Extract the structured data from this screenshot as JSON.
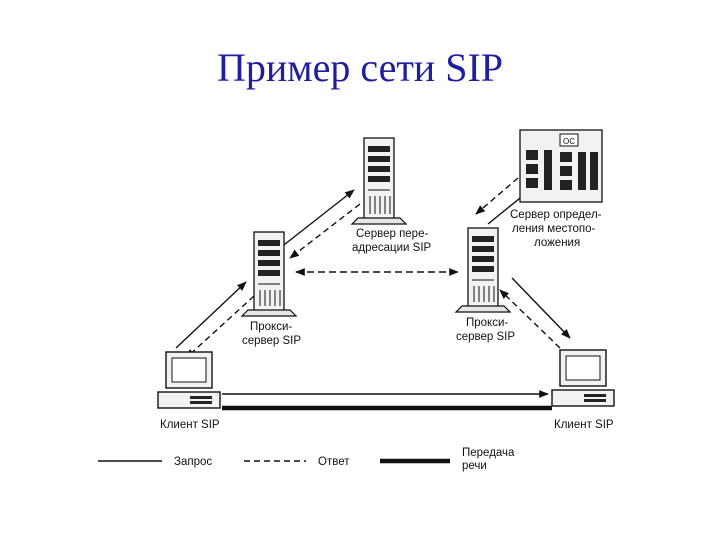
{
  "title": "Пример сети SIP",
  "nodes": {
    "redirect_server": [
      "Сервер пере-",
      "адресации SIP"
    ],
    "location_server": [
      "Сервер определ-",
      "ления местопо-",
      "ложения"
    ],
    "proxy_left": [
      "Прокси-",
      "сервер SIP"
    ],
    "proxy_right": [
      "Прокси-",
      "сервер SIP"
    ],
    "client_left": [
      "Клиент SIP"
    ],
    "client_right": [
      "Клиент SIP"
    ]
  },
  "legend": {
    "request": "Запрос",
    "response": "Ответ",
    "speech": [
      "Передача",
      "речи"
    ]
  }
}
